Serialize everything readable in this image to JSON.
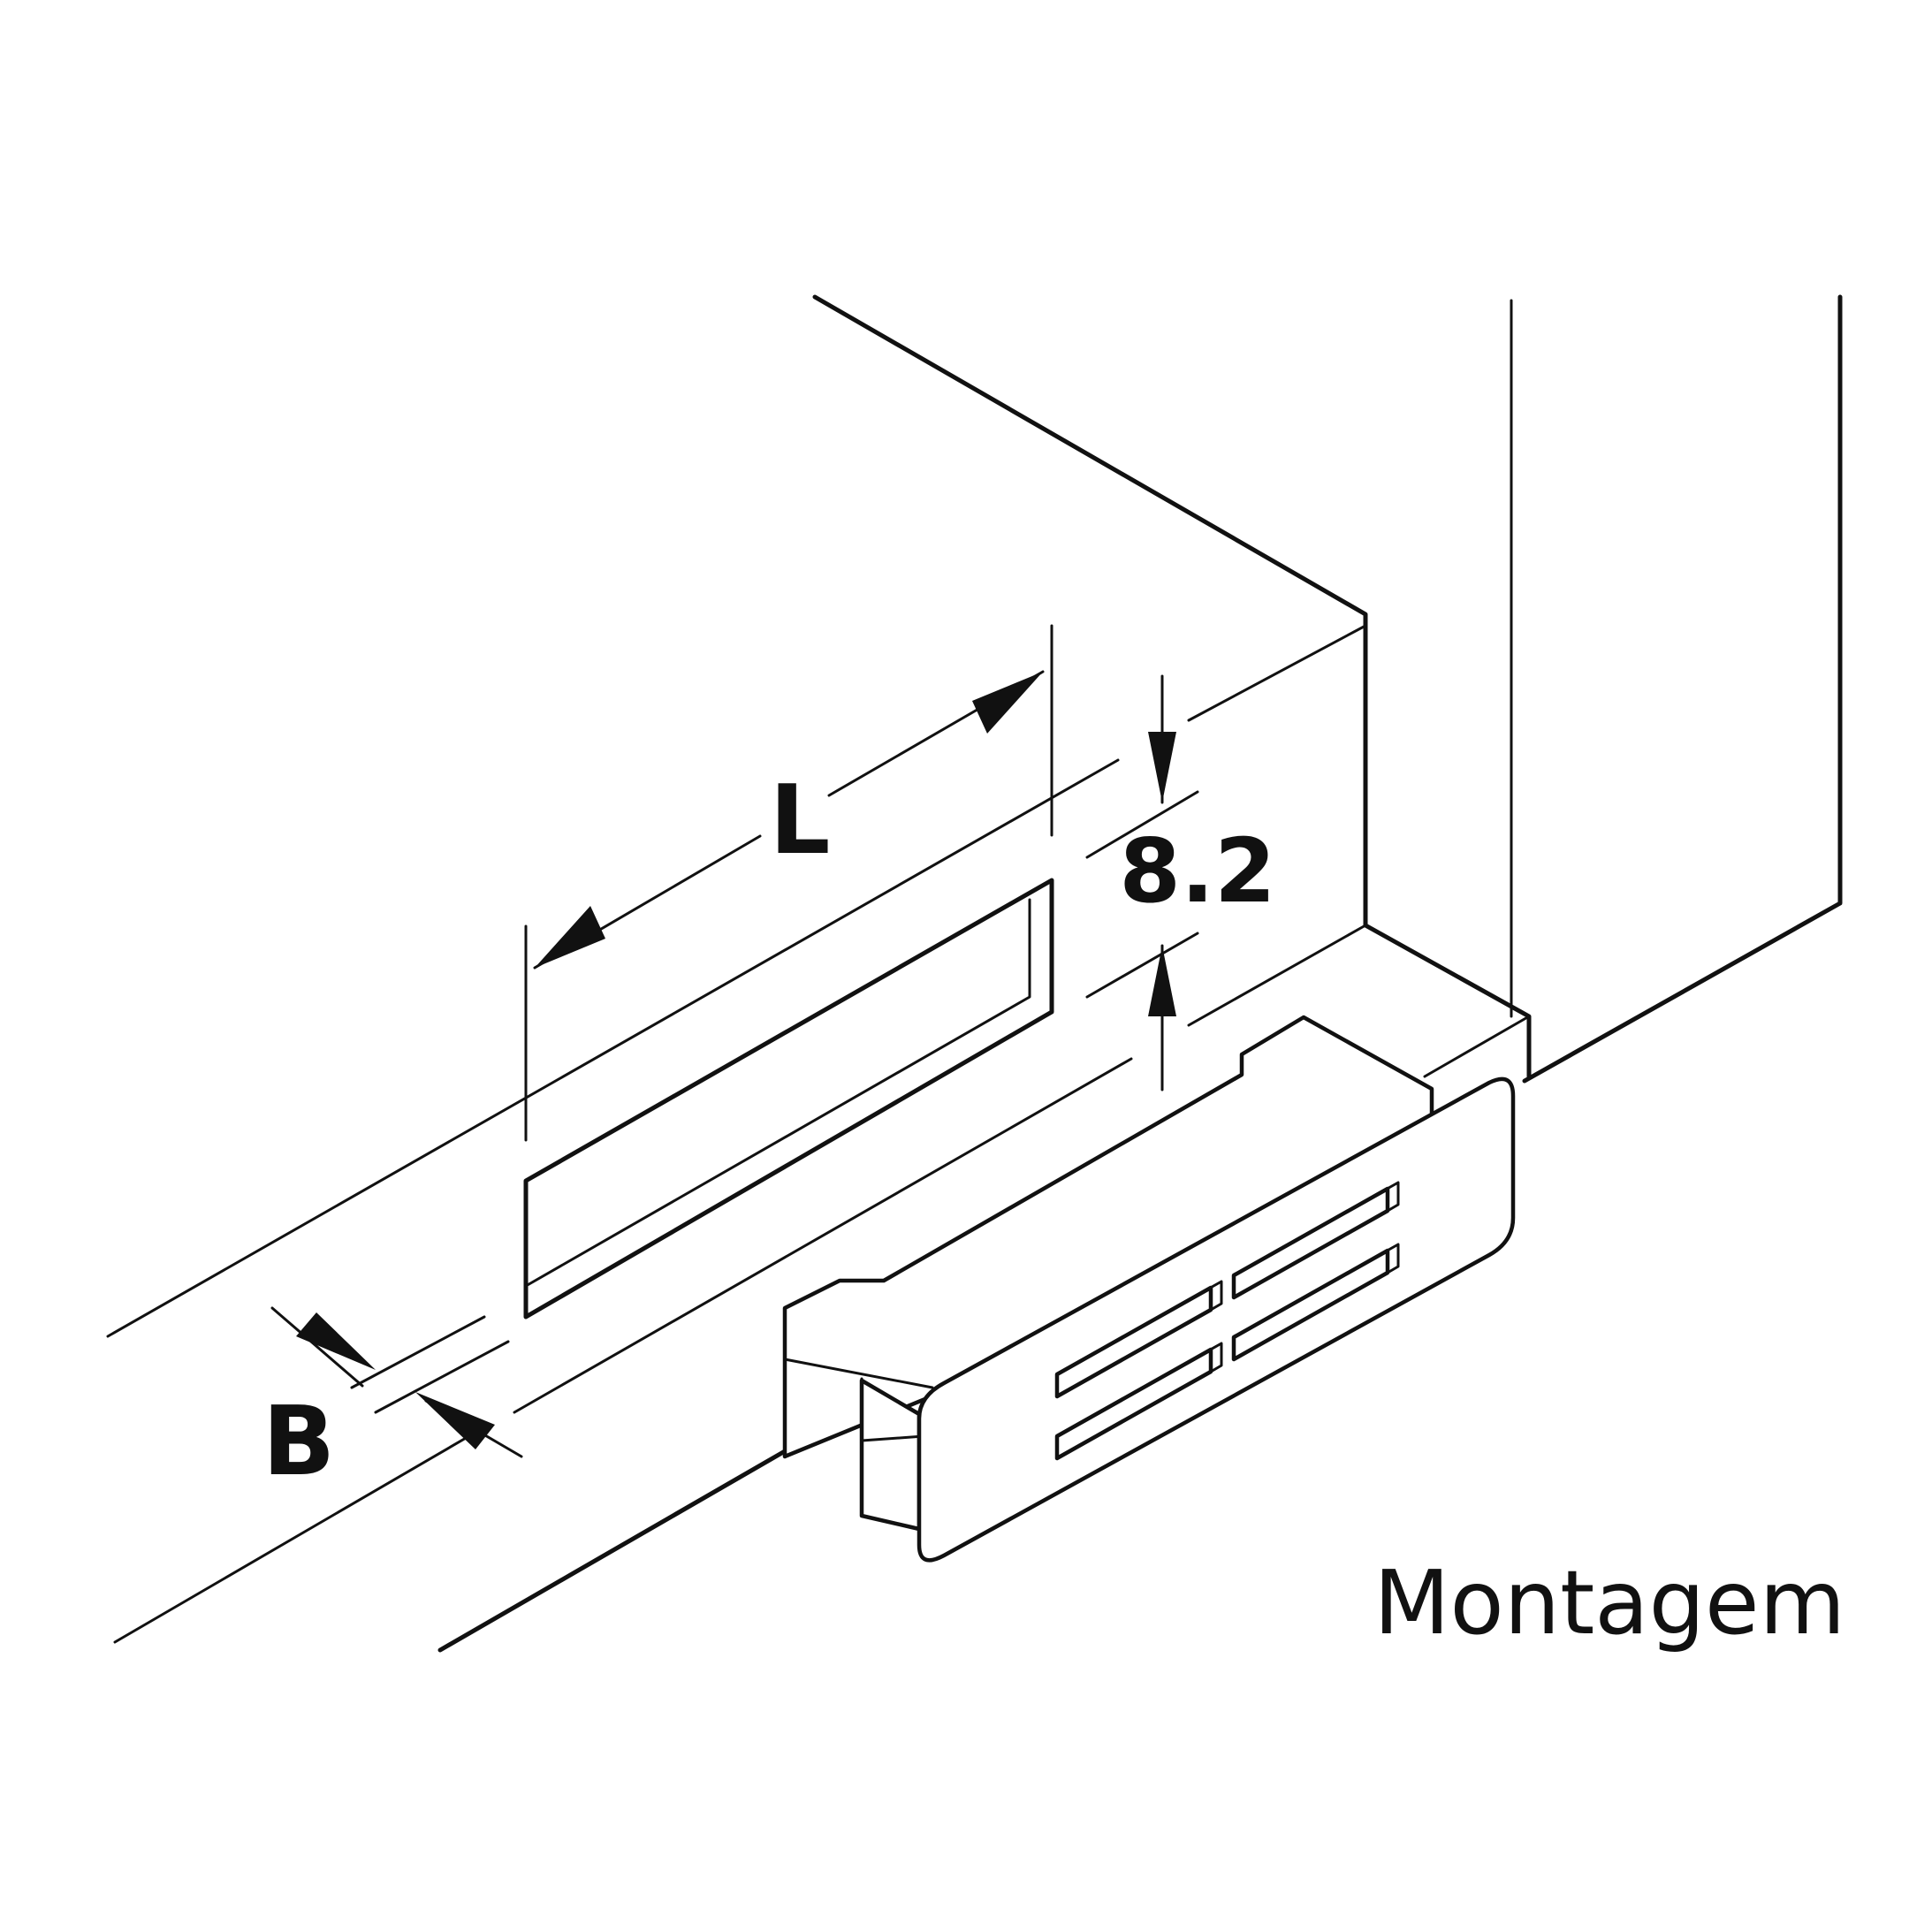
{
  "diagram": {
    "dimensions": {
      "length_label": "L",
      "height_label": "8.2",
      "width_label": "B"
    },
    "caption": "Montagem",
    "colors": {
      "line": "#111111",
      "background": "#ffffff"
    }
  }
}
